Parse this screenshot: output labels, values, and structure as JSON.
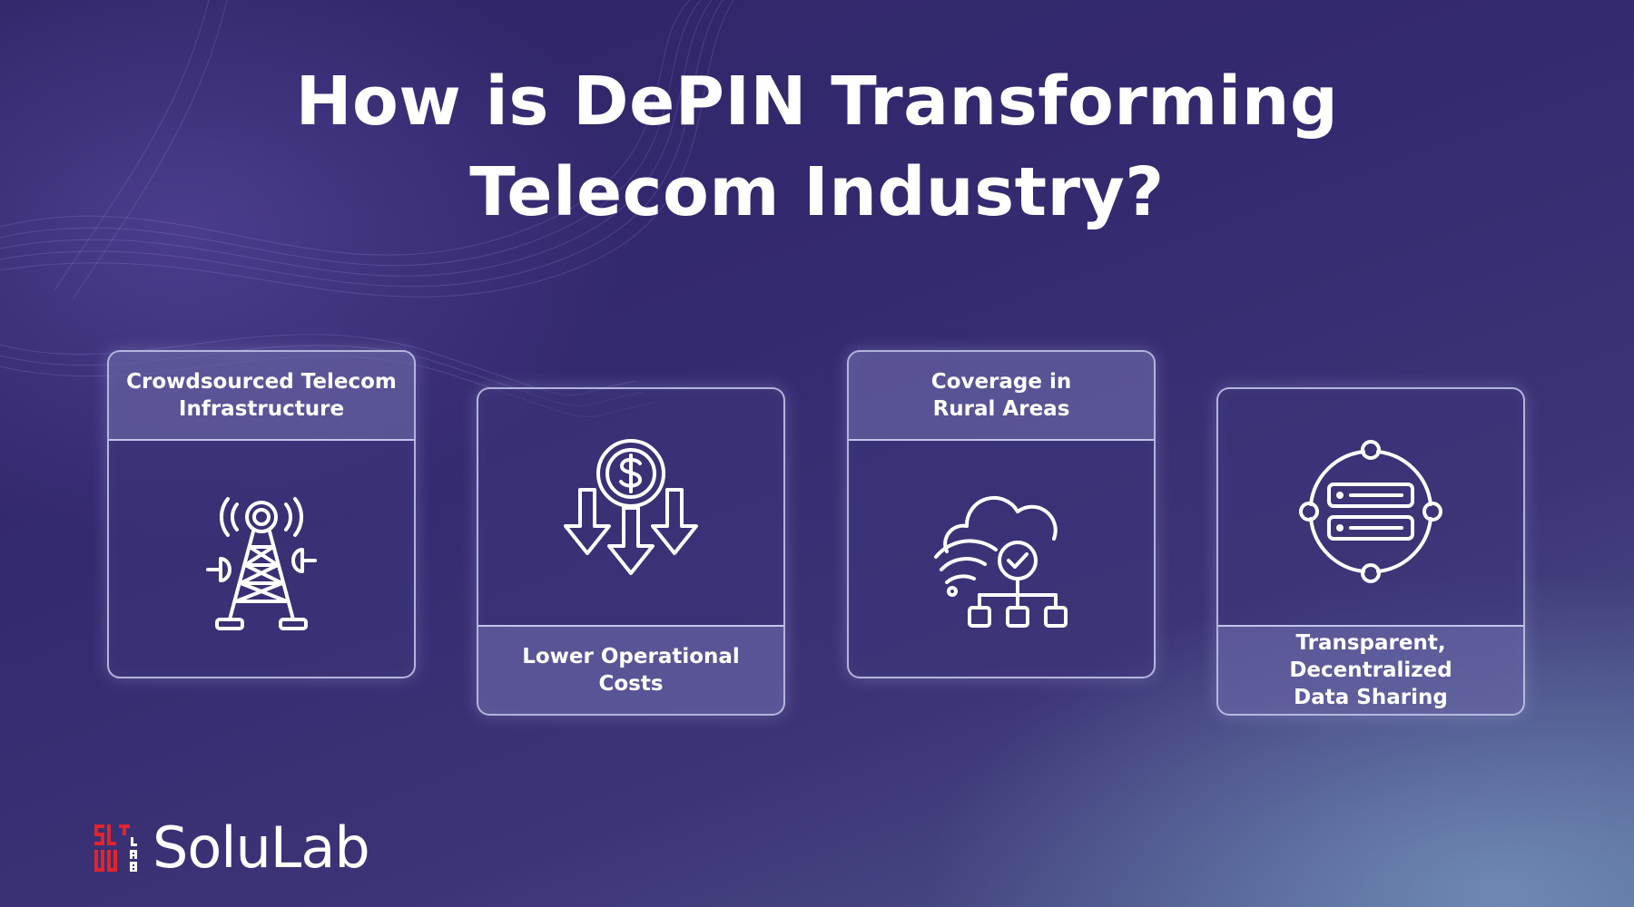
{
  "title": {
    "line1": "How is DePIN Transforming",
    "line2": "Telecom Industry?"
  },
  "cards": [
    {
      "label": "Crowdsourced Telecom\nInfrastructure",
      "icon": "telecom-tower-icon"
    },
    {
      "label": "Lower Operational\nCosts",
      "icon": "dollar-down-arrows-icon"
    },
    {
      "label": "Coverage in\nRural Areas",
      "icon": "cloud-network-icon"
    },
    {
      "label": "Transparent, Decentralized\nData Sharing",
      "icon": "server-network-icon"
    }
  ],
  "brand": {
    "name": "SoluLab",
    "mark_text": "SOLU LAB",
    "mark_color": "#e2242b"
  }
}
